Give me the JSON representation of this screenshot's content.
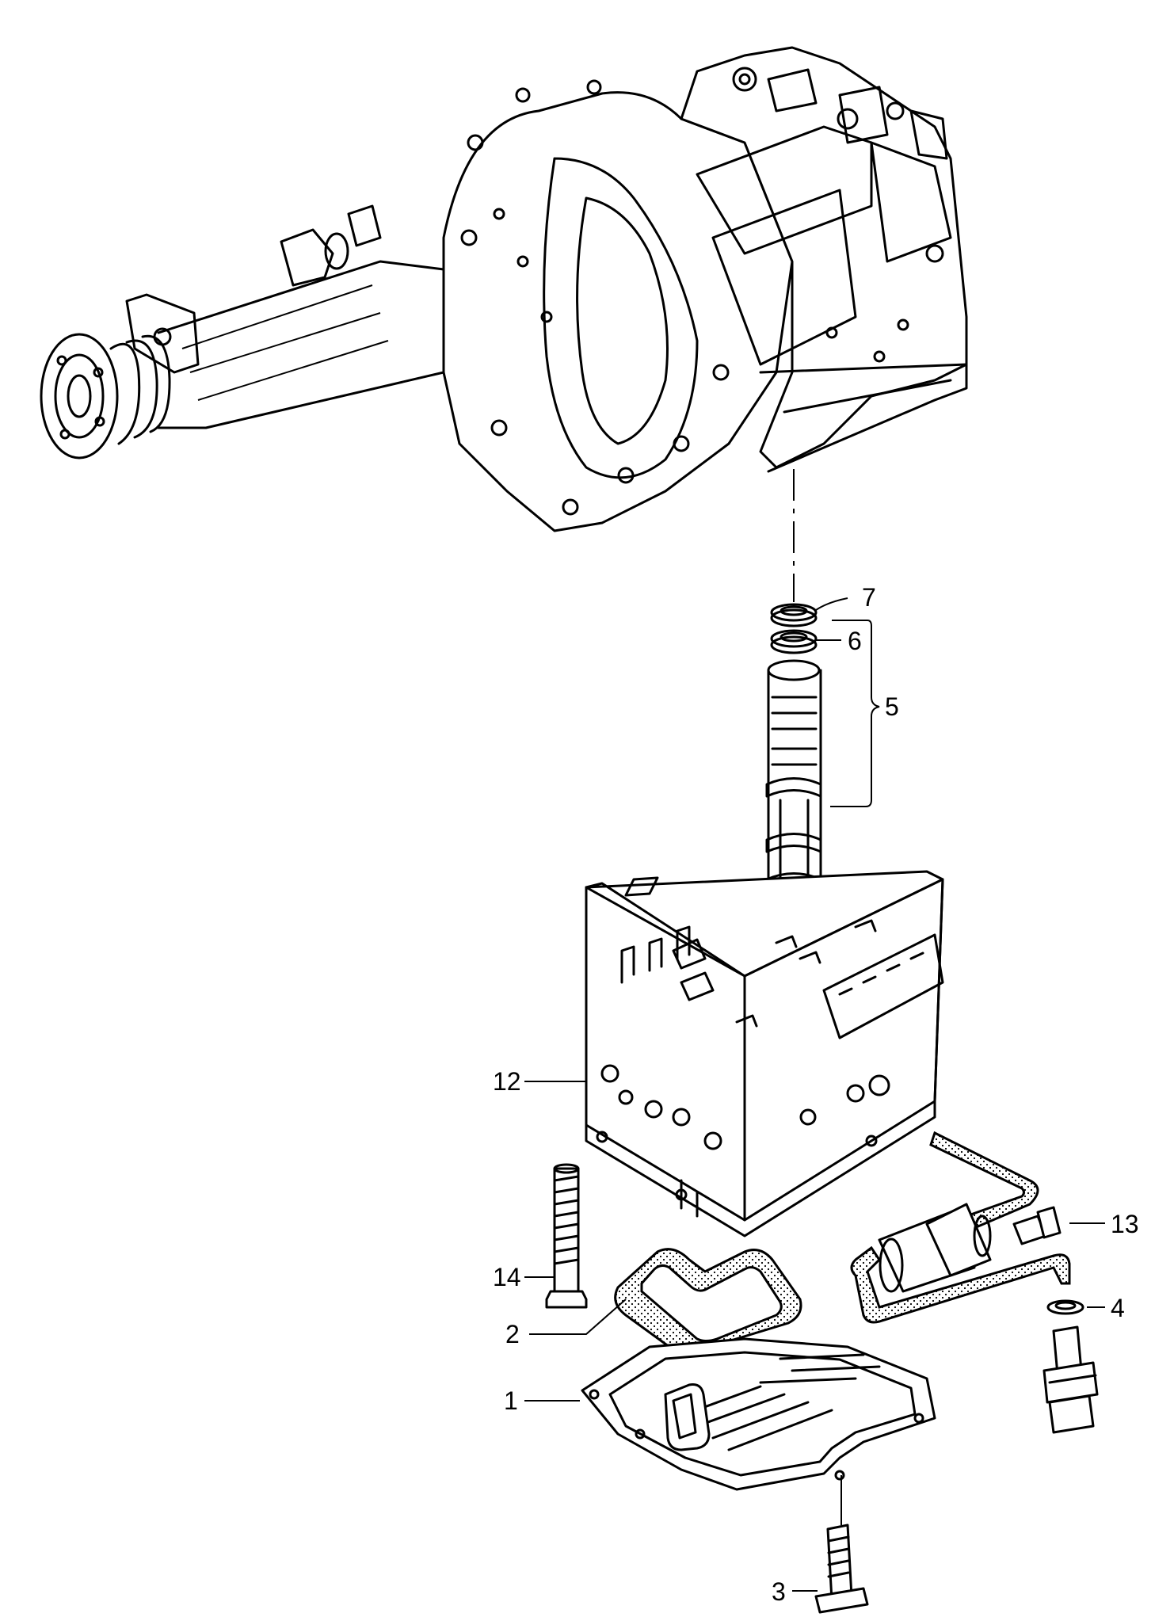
{
  "callouts": [
    {
      "id": "part-1",
      "label": "1"
    },
    {
      "id": "part-2",
      "label": "2"
    },
    {
      "id": "part-3",
      "label": "3"
    },
    {
      "id": "part-4",
      "label": "4"
    },
    {
      "id": "part-5",
      "label": "5"
    },
    {
      "id": "part-6",
      "label": "6"
    },
    {
      "id": "part-7",
      "label": "7"
    },
    {
      "id": "part-12",
      "label": "12"
    },
    {
      "id": "part-13",
      "label": "13"
    },
    {
      "id": "part-14",
      "label": "14"
    }
  ]
}
